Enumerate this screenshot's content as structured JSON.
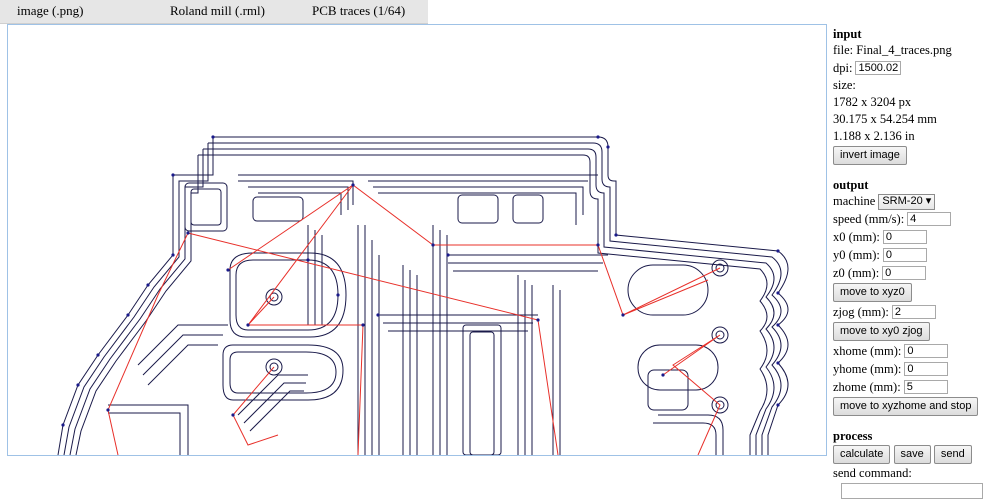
{
  "tabs": [
    "image (.png)",
    "Roland mill (.rml)",
    "PCB traces (1/64)"
  ],
  "input": {
    "title": "input",
    "file_label": "file:",
    "file_name": "Final_4_traces.png",
    "dpi_label": "dpi:",
    "dpi_value": "1500.022",
    "size_label": "size:",
    "size_px": "1782 x 3204 px",
    "size_mm": "30.175 x 54.254 mm",
    "size_in": "1.188 x 2.136 in",
    "invert_button": "invert image"
  },
  "output": {
    "title": "output",
    "machine_label": "machine",
    "machine_value": "SRM-20",
    "speed_label": "speed (mm/s):",
    "speed_value": "4",
    "x0_label": "x0 (mm):",
    "x0_value": "0",
    "y0_label": "y0 (mm):",
    "y0_value": "0",
    "z0_label": "z0 (mm):",
    "z0_value": "0",
    "move_xyz0_button": "move to xyz0",
    "zjog_label": "zjog (mm):",
    "zjog_value": "2",
    "move_xy0zjog_button": "move to xy0 zjog",
    "xhome_label": "xhome (mm):",
    "xhome_value": "0",
    "yhome_label": "yhome (mm):",
    "yhome_value": "0",
    "zhome_label": "zhome (mm):",
    "zhome_value": "5",
    "move_home_button": "move to xyzhome and stop"
  },
  "process": {
    "title": "process",
    "calculate_button": "calculate",
    "save_button": "save",
    "send_button": "send",
    "send_command_label": "send command:"
  },
  "colors": {
    "trace": "#1a1a4a",
    "rapid": "#e8302a",
    "point": "#1a1a8a",
    "canvas_border": "#9fc2e6"
  }
}
